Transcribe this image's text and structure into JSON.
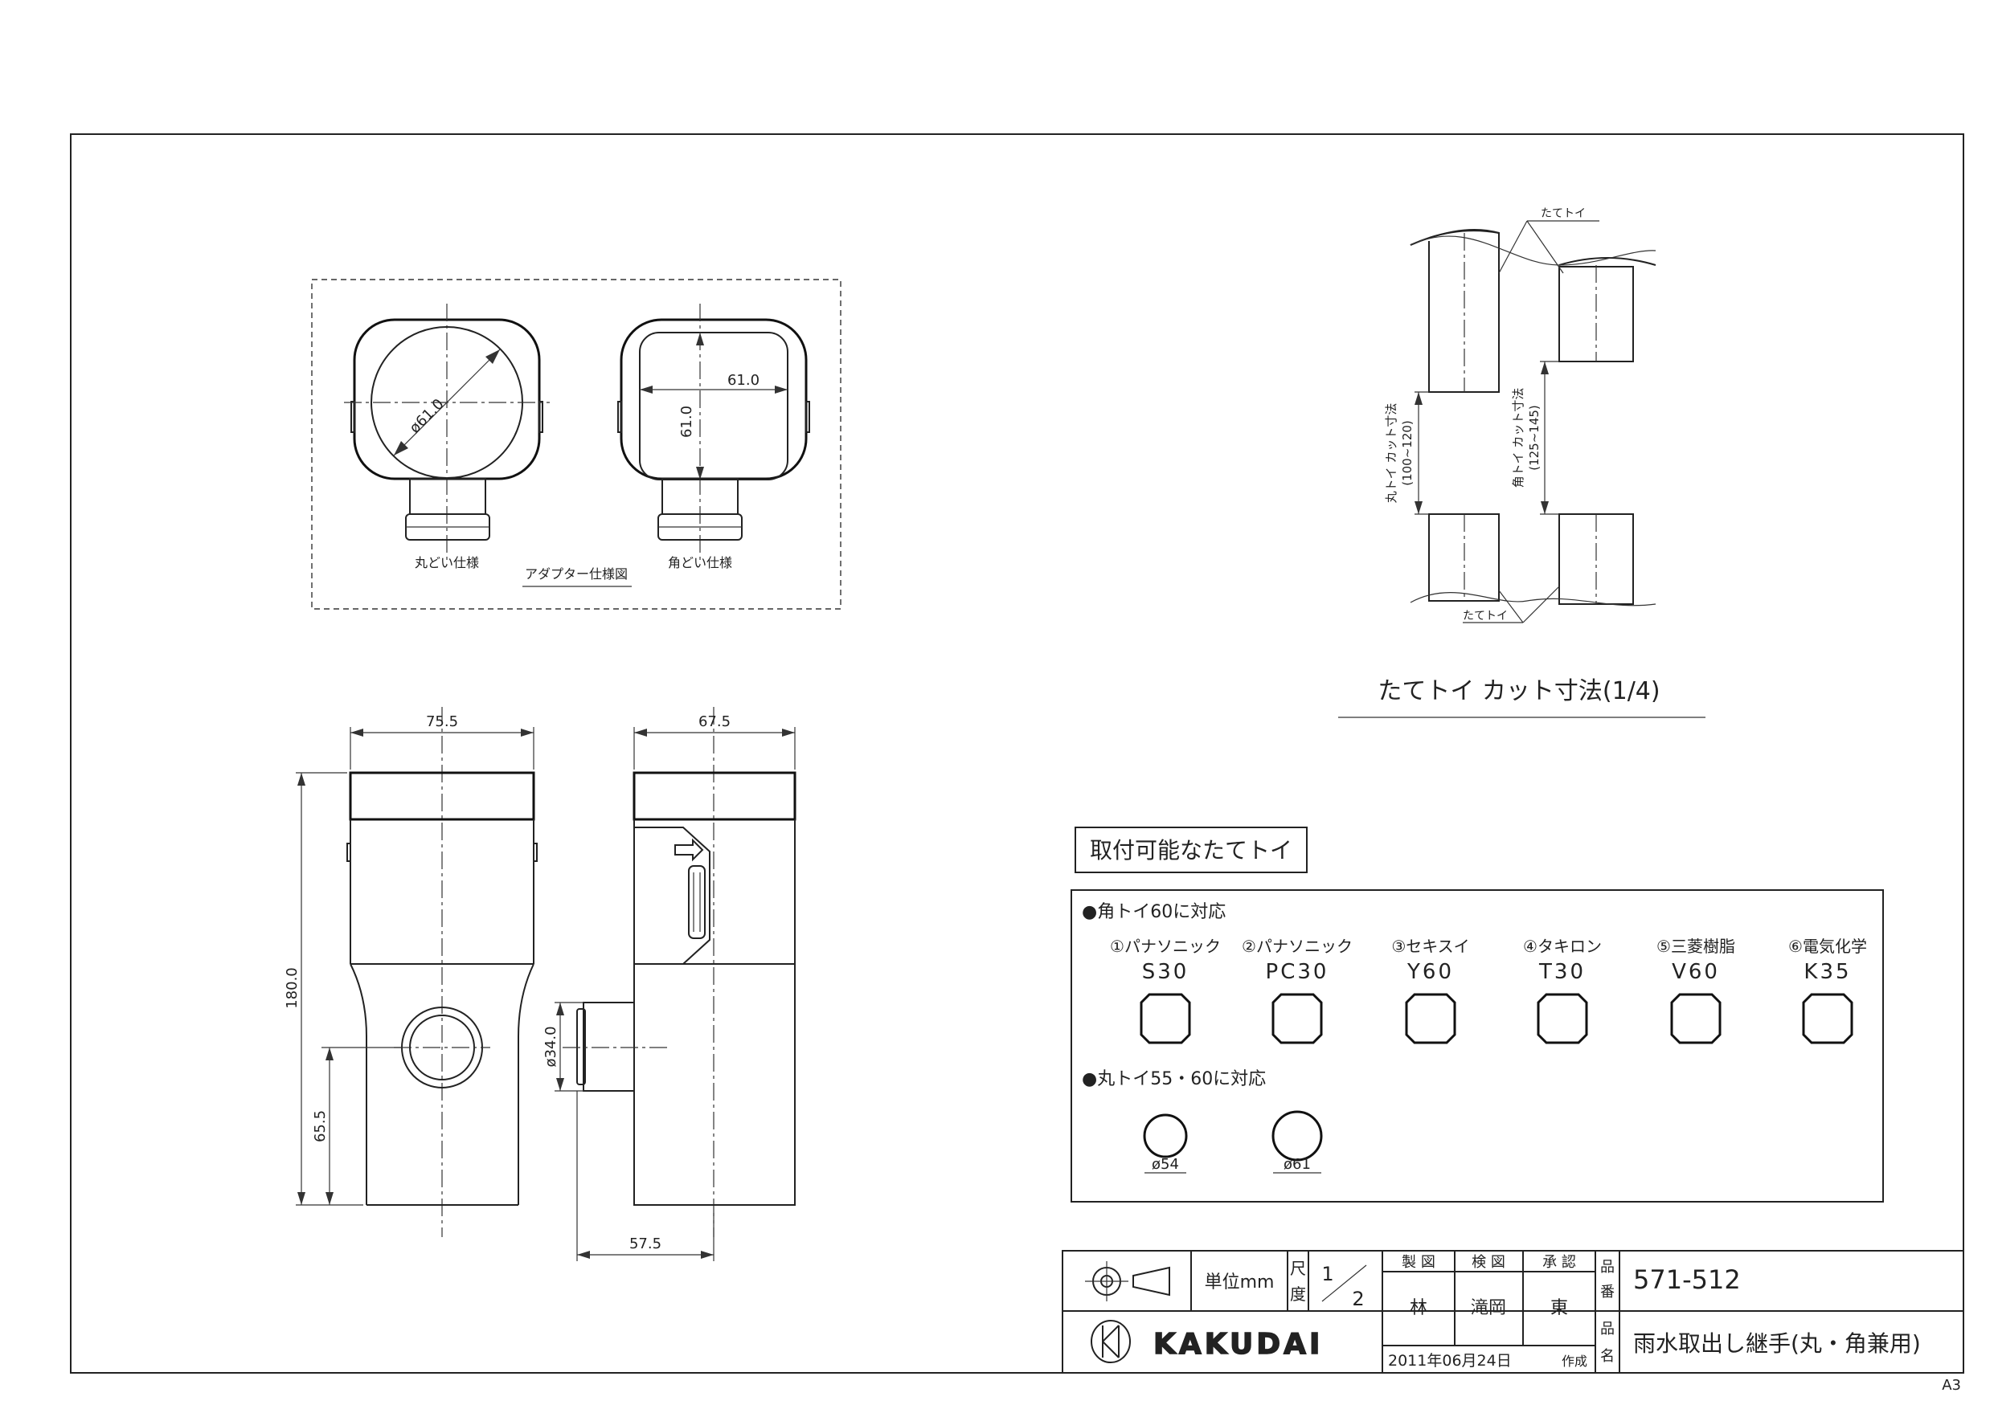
{
  "adapter": {
    "caption": "アダプター仕様図",
    "round_label": "丸どい仕様",
    "square_label": "角どい仕様",
    "round_dim": "ø61.0",
    "square_dim_h": "61.0",
    "square_dim_v": "61.0"
  },
  "front": {
    "width": "75.5",
    "height": "180.0",
    "outlet_height": "65.5"
  },
  "side": {
    "width": "67.5",
    "outlet_dia": "ø34.0",
    "outlet_len": "57.5"
  },
  "cut": {
    "pipe_label_top": "たてトイ",
    "pipe_label_bottom": "たてトイ",
    "round_cut": "丸トイ カット寸法",
    "round_range": "(100~120)",
    "square_cut": "角トイ カット寸法",
    "square_range": "(125~145)",
    "title": "たてトイ カット寸法(1/4)"
  },
  "compat": {
    "title": "取付可能なたてトイ",
    "square_heading": "●角トイ60に対応",
    "square_items": [
      {
        "maker": "①パナソニック",
        "model": "S30"
      },
      {
        "maker": "②パナソニック",
        "model": "PC30"
      },
      {
        "maker": "③セキスイ",
        "model": "Y60"
      },
      {
        "maker": "④タキロン",
        "model": "T30"
      },
      {
        "maker": "⑤三菱樹脂",
        "model": "V60"
      },
      {
        "maker": "⑥電気化学",
        "model": "K35"
      }
    ],
    "round_heading": "●丸トイ55・60に対応",
    "round_items": [
      {
        "dia": "ø54"
      },
      {
        "dia": "ø61"
      }
    ]
  },
  "titleblock": {
    "unit": "単位mm",
    "scale_label_1": "尺",
    "scale_label_2": "度",
    "scale_num": "1",
    "scale_den": "2",
    "drawn_label": "製 図",
    "checked_label": "検 図",
    "approved_label": "承 認",
    "drawn": "林",
    "checked": "滝岡",
    "approved": "東",
    "part_no_label_1": "品",
    "part_no_label_2": "番",
    "part_name_label_1": "品",
    "part_name_label_2": "名",
    "part_no": "571-512",
    "part_name": "雨水取出し継手(丸・角兼用)",
    "logo": "KAKUDAI",
    "date": "2011年06月24日",
    "created": "作成",
    "sheet": "A3"
  }
}
